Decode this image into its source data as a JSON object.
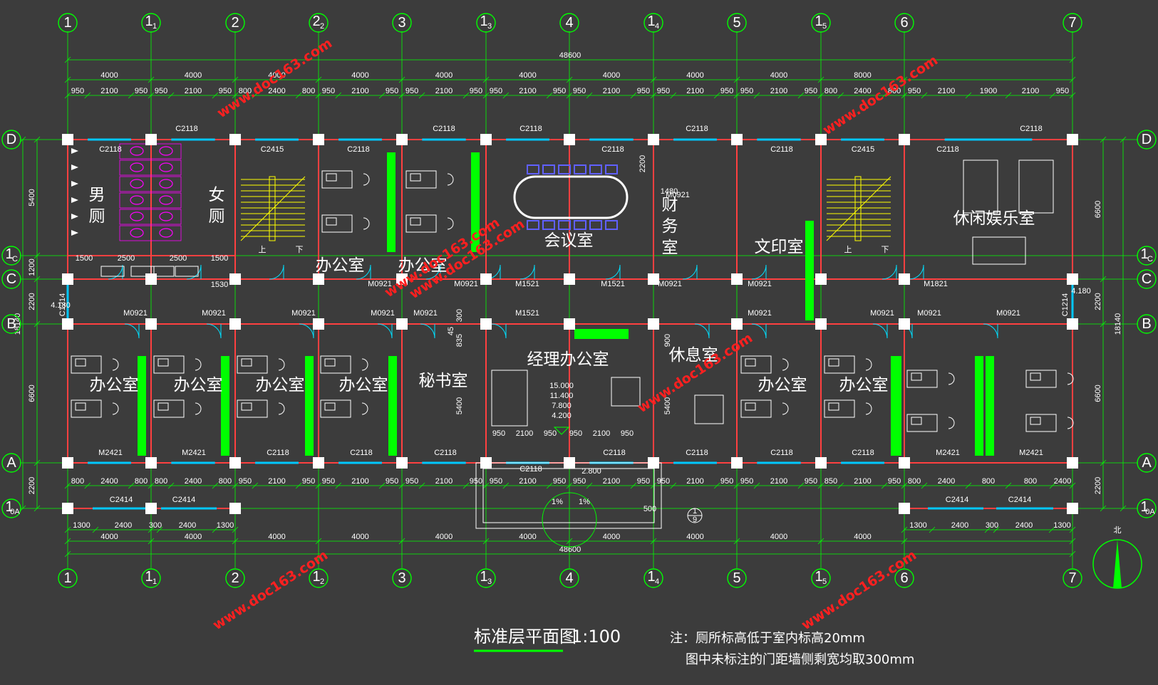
{
  "colors": {
    "background": "#3c3c3c",
    "axis": "#00ff00",
    "wall": "#ff4040",
    "window": "#00c8ff",
    "text": "#ffffff",
    "watermark": "#ff2020",
    "stair": "#ffff00",
    "fixture": "#ff00ff",
    "plant": "#00ff00"
  },
  "vertical_axes": [
    {
      "main": "1",
      "sub": ""
    },
    {
      "main": "1",
      "sub": "1"
    },
    {
      "main": "2",
      "sub": ""
    },
    {
      "main": "2",
      "sub": "2"
    },
    {
      "main": "3",
      "sub": ""
    },
    {
      "main": "1",
      "sub": "3"
    },
    {
      "main": "4",
      "sub": ""
    },
    {
      "main": "1",
      "sub": "4"
    },
    {
      "main": "5",
      "sub": ""
    },
    {
      "main": "1",
      "sub": "5"
    },
    {
      "main": "6",
      "sub": ""
    },
    {
      "main": "7",
      "sub": ""
    }
  ],
  "vertical_axes_bottom": [
    {
      "main": "1",
      "sub": ""
    },
    {
      "main": "1",
      "sub": "1"
    },
    {
      "main": "2",
      "sub": ""
    },
    {
      "main": "1",
      "sub": "2"
    },
    {
      "main": "3",
      "sub": ""
    },
    {
      "main": "1",
      "sub": "3"
    },
    {
      "main": "4",
      "sub": ""
    },
    {
      "main": "1",
      "sub": "4"
    },
    {
      "main": "5",
      "sub": ""
    },
    {
      "main": "1",
      "sub": "5"
    },
    {
      "main": "6",
      "sub": ""
    },
    {
      "main": "7",
      "sub": ""
    }
  ],
  "horizontal_axes": [
    {
      "main": "D",
      "sub": ""
    },
    {
      "main": "1",
      "sub": "C"
    },
    {
      "main": "C",
      "sub": ""
    },
    {
      "main": "B",
      "sub": ""
    },
    {
      "main": "A",
      "sub": ""
    },
    {
      "main": "1",
      "sub": "0A"
    }
  ],
  "top_total": "48600",
  "top_bays": [
    "4000",
    "4000",
    "4000",
    "4000",
    "4000",
    "4000",
    "4000",
    "4000",
    "4000",
    "8000"
  ],
  "top_detail": [
    "950",
    "2100",
    "950",
    "950",
    "2100",
    "950",
    "800",
    "2400",
    "800",
    "950",
    "2100",
    "950",
    "950",
    "2100",
    "950",
    "950",
    "2100",
    "950",
    "950",
    "2100",
    "950",
    "950",
    "2100",
    "950",
    "950",
    "2100",
    "950",
    "800",
    "2400",
    "800",
    "950",
    "2100",
    "1900",
    "2100",
    "950"
  ],
  "bottom_detail": [
    "800",
    "2400",
    "800",
    "800",
    "2400",
    "800",
    "950",
    "2100",
    "950",
    "950",
    "2100",
    "950",
    "950",
    "2100",
    "950",
    "950",
    "2100",
    "950",
    "950",
    "2100",
    "950",
    "950",
    "2100",
    "950",
    "950",
    "2100",
    "950",
    "850",
    "2100",
    "950",
    "800",
    "2400",
    "800",
    "800",
    "2400",
    "800"
  ],
  "bottom_sub": [
    "1300",
    "2400",
    "300",
    "2400",
    "1300",
    "1300",
    "2400",
    "300",
    "2400",
    "1300"
  ],
  "bottom_bays": [
    "4000",
    "4000",
    "4000",
    "4000",
    "4000",
    "4000",
    "4000",
    "4000",
    "4000",
    "4000"
  ],
  "bottom_total": "48600",
  "left_dims": [
    "5400",
    "1200",
    "2200",
    "6600",
    "2200"
  ],
  "left_total": "18140",
  "right_dims": [
    "6600",
    "2200",
    "6600",
    "2200"
  ],
  "right_total": "18140",
  "rooms": [
    {
      "name": "男\n厕"
    },
    {
      "name": "女\n厕"
    },
    {
      "name": "办公室"
    },
    {
      "name": "办公室"
    },
    {
      "name": "会议室"
    },
    {
      "name": "财\n务\n室"
    },
    {
      "name": "文印室"
    },
    {
      "name": "休闲娱乐室"
    },
    {
      "name": "办公室"
    },
    {
      "name": "办公室"
    },
    {
      "name": "办公室"
    },
    {
      "name": "办公室"
    },
    {
      "name": "秘书室"
    },
    {
      "name": "经理办公室"
    },
    {
      "name": "休息室"
    },
    {
      "name": "办公室"
    },
    {
      "name": "办公室"
    }
  ],
  "labels": {
    "c2118": "C2118",
    "c2415": "C2415",
    "c2414": "C2414",
    "c1214": "C1214",
    "m0921": "M0921",
    "m1521": "M1521",
    "m1821": "M1821",
    "m2421": "M2421",
    "up": "上",
    "down": "下",
    "l1500": "1500",
    "l2500": "2500",
    "l1530": "1530",
    "l1480": "1480",
    "l2200": "2200",
    "l300": "300",
    "l45": "45",
    "l835": "835",
    "l900": "900",
    "l5400": "5400",
    "l500": "500",
    "l4180": "4.180",
    "l1pct": "1%",
    "l2800": "2.800",
    "canopy_dims": [
      "950",
      "2100",
      "950",
      "950",
      "2100",
      "950"
    ]
  },
  "levels": [
    "15.000",
    "11.400",
    "7.800",
    "4.200"
  ],
  "section_mark": {
    "num": "1",
    "sheet": "9"
  },
  "north": "北",
  "watermark": "www.doc163.com",
  "title": "标准层平面图",
  "scale": "1:100",
  "notes": [
    "注：厕所标高低于室内标高20mm",
    "图中未标注的门距墙侧剩宽均取300mm"
  ]
}
